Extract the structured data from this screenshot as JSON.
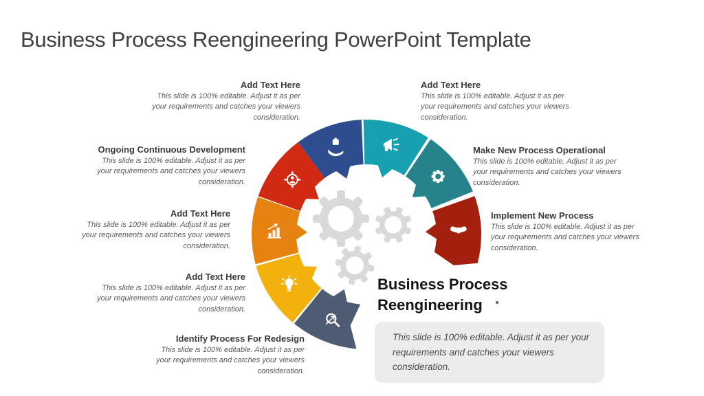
{
  "slide": {
    "title": "Business Process Reengineering PowerPoint Template",
    "heading": "Business Process Reengineering"
  },
  "shared": {
    "placeholder": "This slide is 100% editable. Adjust it as per your requirements and catches your viewers consideration."
  },
  "labels": {
    "top_left": {
      "title": "Add Text Here"
    },
    "top_right": {
      "title": "Add Text Here"
    },
    "mid_left": {
      "title": "Ongoing Continuous Development"
    },
    "mid_right": {
      "title": "Make New Process Operational"
    },
    "left": {
      "title": "Add Text Here"
    },
    "right": {
      "title": "Implement New Process"
    },
    "lower_left": {
      "title": "Add Text Here"
    },
    "bottom": {
      "title": "Identify Process For Redesign"
    }
  },
  "colors": {
    "background": "#ffffff",
    "title_text": "#3f3f3f",
    "body_text": "#595959",
    "heading_text": "#151515",
    "description_box_bg": "#ececec",
    "gears": "#d9d9d9"
  },
  "diagram": {
    "type": "circular-process-ring",
    "gear_color": "#d9d9d9",
    "segments": [
      {
        "name": "promote-step",
        "icon": "megaphone-icon",
        "color": "#17a0b0",
        "center_angle": 15.5
      },
      {
        "name": "operational-step",
        "icon": "gear-icon",
        "color": "#27838b",
        "center_angle": 51
      },
      {
        "name": "implement-step",
        "icon": "handshake-icon",
        "color": "#a3200f",
        "center_angle": 87.5,
        "arrow_tip_end": true
      },
      {
        "name": "identify-step",
        "icon": "magnifier-icon",
        "color": "#4d5b73",
        "center_angle": 202,
        "notch_start": true
      },
      {
        "name": "idea-step",
        "icon": "bulb-icon",
        "color": "#f2b10d",
        "center_angle": 237
      },
      {
        "name": "growth-step",
        "icon": "bar-chart-icon",
        "color": "#e6820f",
        "center_angle": 272
      },
      {
        "name": "target-step",
        "icon": "target-icon",
        "color": "#d02b12",
        "center_angle": 306.5
      },
      {
        "name": "develop-step",
        "icon": "hand-puzzle-icon",
        "color": "#2d4d8e",
        "center_angle": 340.5
      }
    ]
  }
}
